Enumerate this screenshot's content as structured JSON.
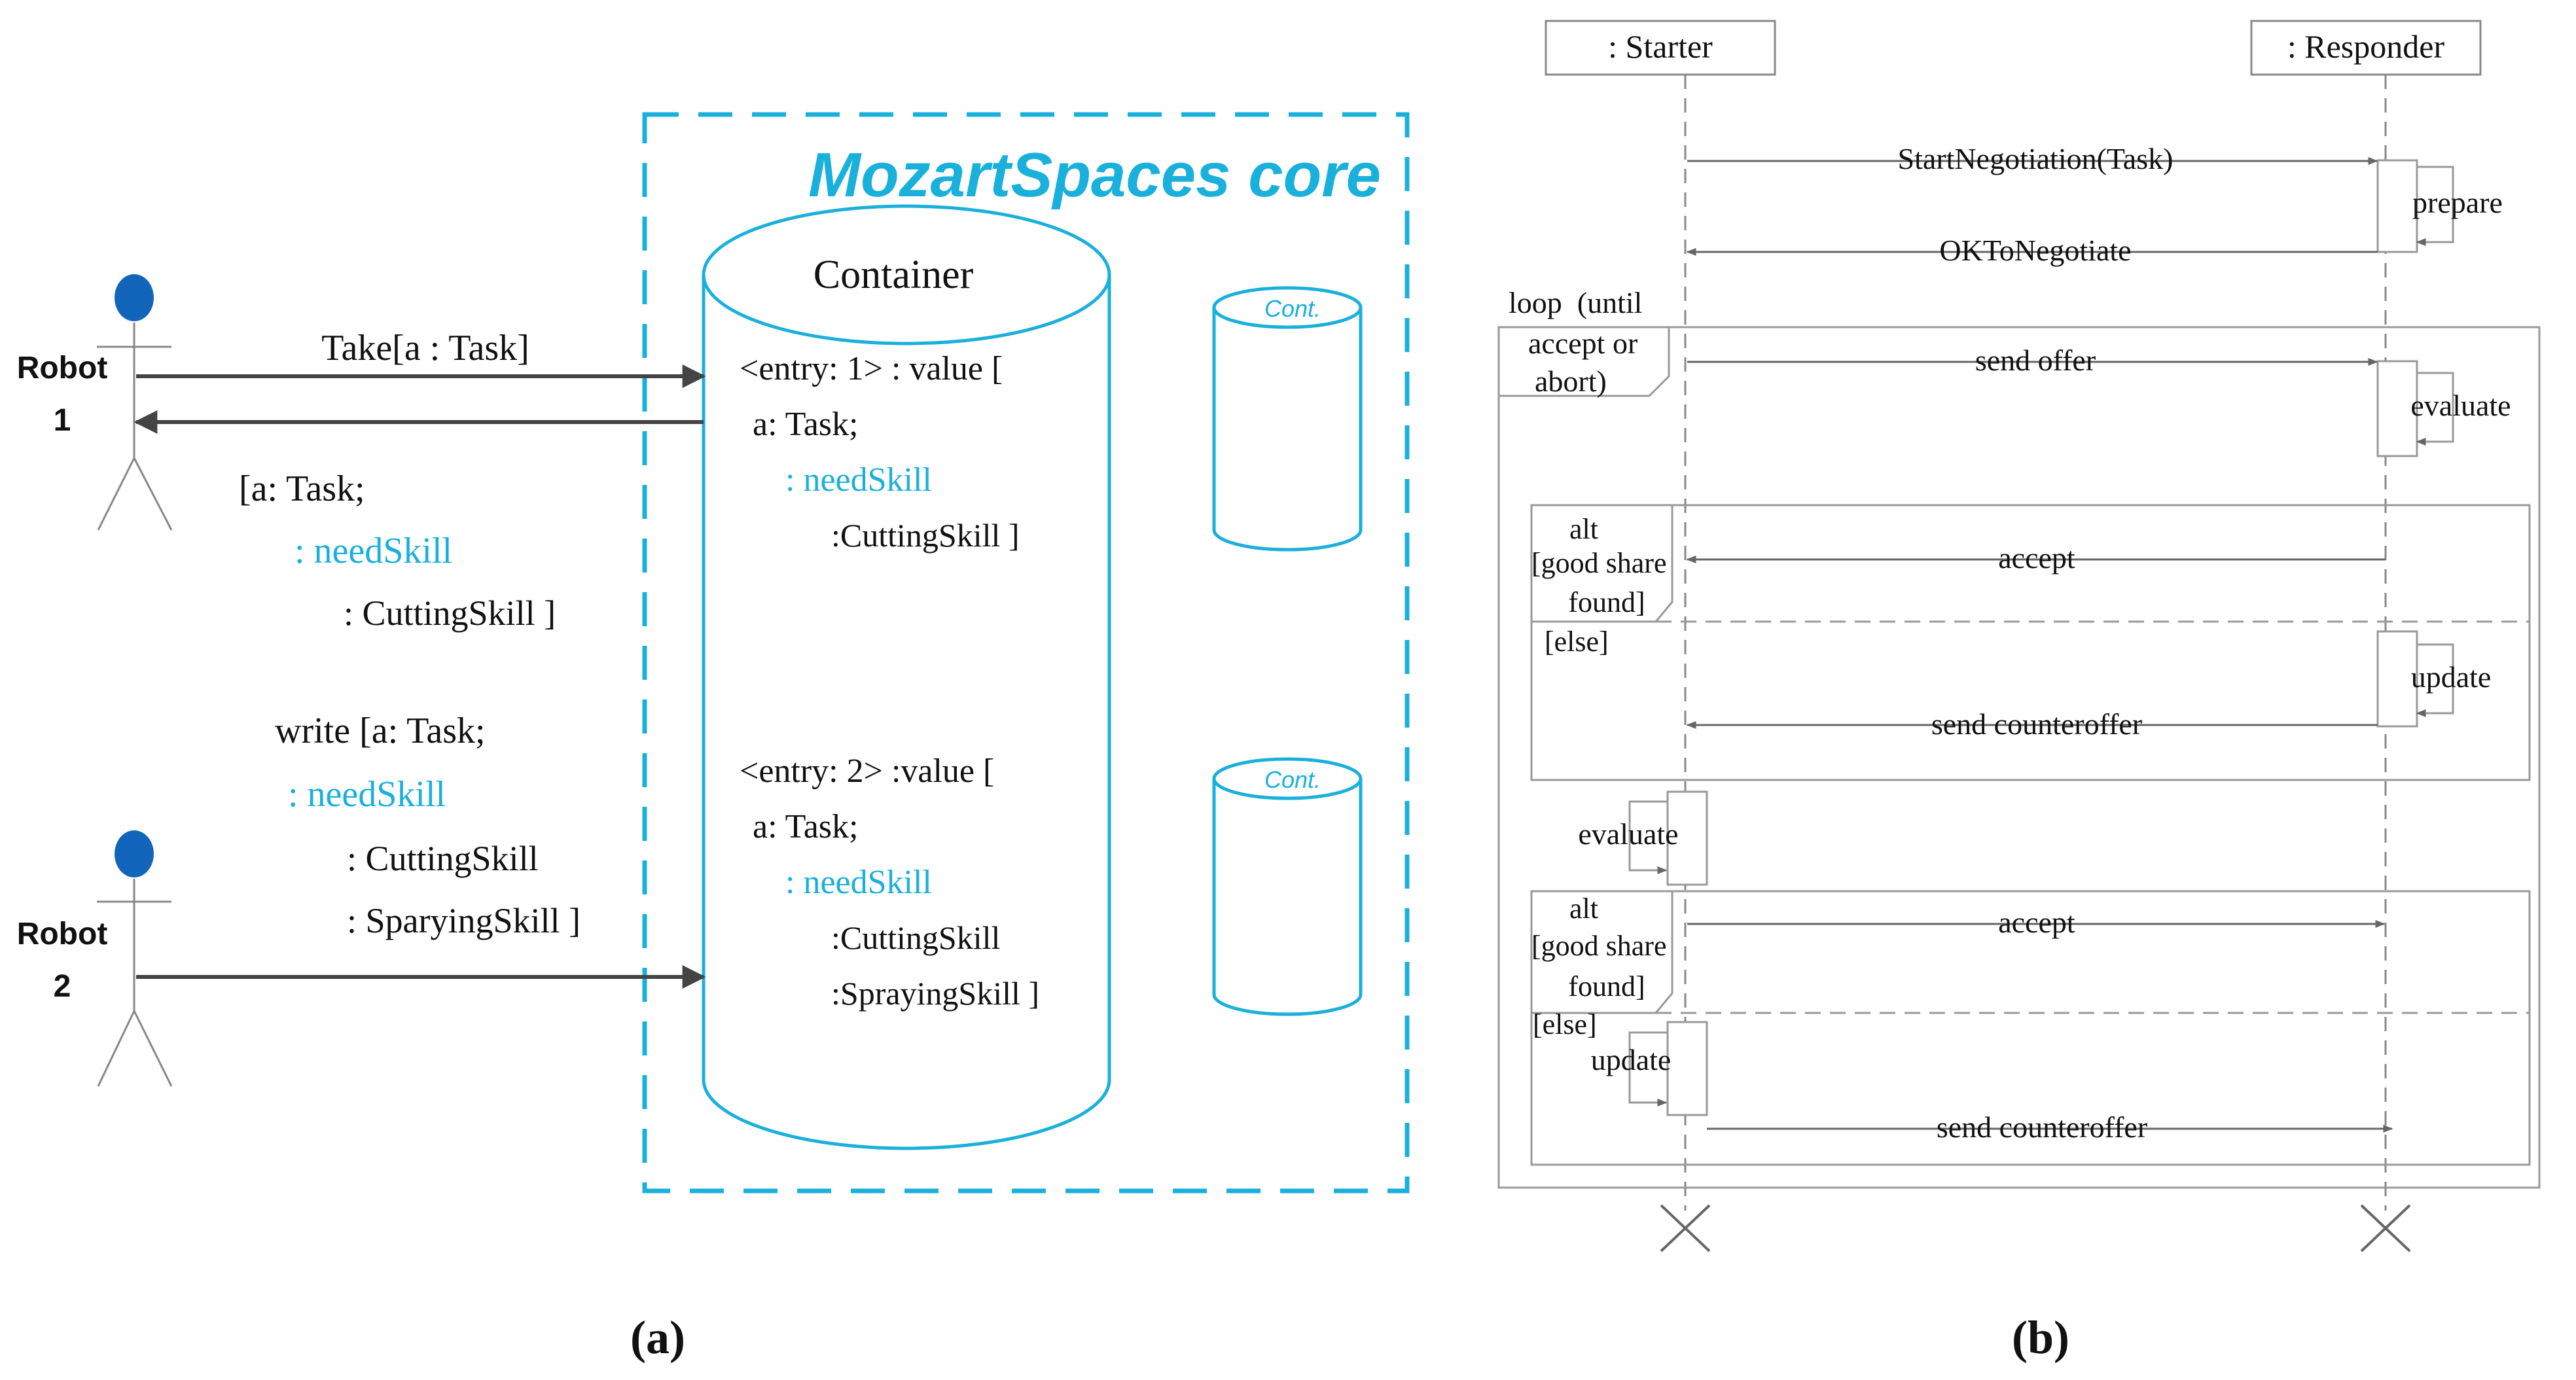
{
  "colors": {
    "accent": "#1ab0dc",
    "ink": "#111111",
    "arrow": "#444444",
    "actor_head": "#1166bb",
    "lifeline": "#888888",
    "frame": "#999999"
  },
  "panel_a": {
    "core_title": "MozartSpaces core",
    "container_title": "Container",
    "small_container_label": "Cont.",
    "robot1": {
      "name": "Robot",
      "number": "1"
    },
    "robot2": {
      "name": "Robot",
      "number": "2"
    },
    "take_label": "Take[a : Task]",
    "take_reply": {
      "line1": "[a: Task;",
      "line2": ": needSkill",
      "line3": ": CuttingSkill ]"
    },
    "write_label": {
      "line1": "write [a: Task;",
      "line2": ": needSkill",
      "line3": ": CuttingSkill",
      "line4": ": SparyingSkill ]"
    },
    "entry1": {
      "line1": "<entry: 1> : value [",
      "line2": "a: Task;",
      "line3": ": needSkill",
      "line4": ":CuttingSkill ]"
    },
    "entry2": {
      "line1": "<entry: 2> :value [",
      "line2": "a: Task;",
      "line3": ": needSkill",
      "line4": ":CuttingSkill",
      "line5": ":SprayingSkill ]"
    },
    "caption": "(a)"
  },
  "panel_b": {
    "starter": ": Starter",
    "responder": ": Responder",
    "messages": {
      "start_negotiation": "StartNegotiation(Task)",
      "ok_to_negotiate": "OKToNegotiate",
      "send_offer": "send offer",
      "accept1": "accept",
      "send_counteroffer1": "send counteroffer",
      "accept2": "accept",
      "send_counteroffer2": "send counteroffer"
    },
    "activations": {
      "prepare": "prepare",
      "evaluate_responder": "evaluate",
      "update_responder": "update",
      "evaluate_starter": "evaluate",
      "update_starter": "update"
    },
    "loop_frame": {
      "line1": "loop  (until",
      "line2": "accept or",
      "line3": "abort)"
    },
    "alt_frame1": {
      "line1": "alt",
      "line2": "[good share",
      "line3": "found]",
      "else": "[else]"
    },
    "alt_frame2": {
      "line1": "alt",
      "line2": "[good share",
      "line3": "found]",
      "else": "[else]"
    },
    "caption": "(b)"
  }
}
